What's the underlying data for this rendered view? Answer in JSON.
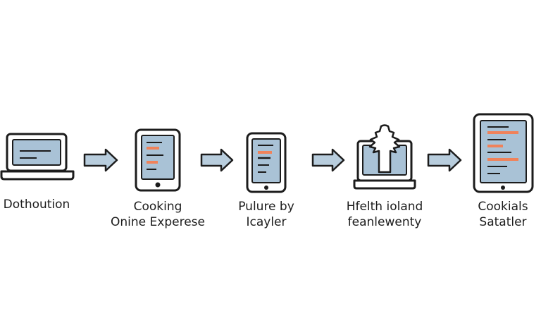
{
  "colors": {
    "stroke": "#1c1c1c",
    "screen": "#a9c2d6",
    "accent": "#f0825a",
    "arrow_fill": "#b8cddd"
  },
  "steps": [
    {
      "icon": "laptop-icon",
      "line1": "Dothoution",
      "line2": ""
    },
    {
      "icon": "tablet-icon",
      "line1": "Cooking",
      "line2": "Onine Experese"
    },
    {
      "icon": "phone-icon",
      "line1": "Pulure by",
      "line2": "Icayler"
    },
    {
      "icon": "laptop-figure-icon",
      "line1": "Hfelth ioland",
      "line2": "feanlewenty"
    },
    {
      "icon": "large-tablet-icon",
      "line1": "Cookials",
      "line2": "Satatler"
    }
  ],
  "arrows": [
    "right-arrow-icon",
    "right-arrow-icon",
    "right-arrow-icon",
    "right-arrow-icon"
  ]
}
